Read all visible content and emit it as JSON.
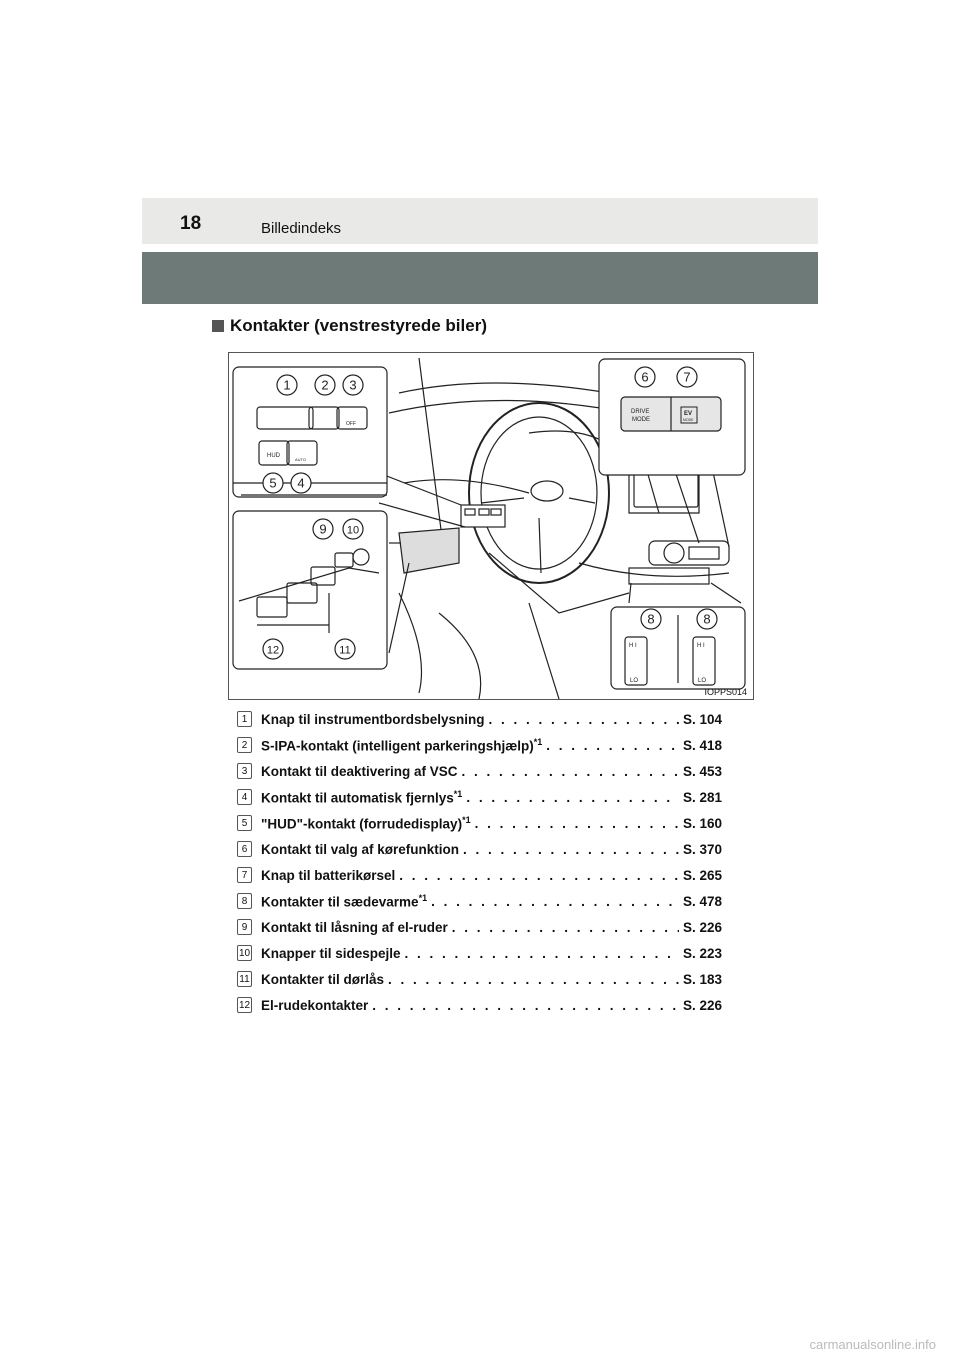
{
  "header": {
    "page_number": "18",
    "section": "Billedindeks"
  },
  "heading": "Kontakter (venstrestyrede biler)",
  "figure": {
    "code": "IOPPS014",
    "callouts": [
      "1",
      "2",
      "3",
      "4",
      "5",
      "6",
      "7",
      "8",
      "8",
      "9",
      "10",
      "11",
      "12"
    ],
    "labels": {
      "hud": "HUD",
      "auto": "AUTO",
      "off": "OFF",
      "drive": "DRIVE",
      "mode": "MODE",
      "ev": "EV",
      "ev_mode": "MODE",
      "hi": "H I",
      "lo": "LO"
    }
  },
  "items": [
    {
      "num": "1",
      "label": "Knap til instrumentbordsbelysning",
      "sup": "",
      "ref": "S. 104"
    },
    {
      "num": "2",
      "label": "S-IPA-kontakt (intelligent parkeringshjælp)",
      "sup": "*1",
      "ref": "S. 418"
    },
    {
      "num": "3",
      "label": "Kontakt til deaktivering af VSC",
      "sup": "",
      "ref": "S. 453"
    },
    {
      "num": "4",
      "label": "Kontakt til automatisk fjernlys",
      "sup": "*1",
      "ref": "S. 281"
    },
    {
      "num": "5",
      "label": "\"HUD\"-kontakt (forrudedisplay)",
      "sup": "*1",
      "ref": "S. 160"
    },
    {
      "num": "6",
      "label": "Kontakt til valg af kørefunktion",
      "sup": "",
      "ref": "S. 370"
    },
    {
      "num": "7",
      "label": "Knap til batterikørsel",
      "sup": "",
      "ref": "S. 265"
    },
    {
      "num": "8",
      "label": "Kontakter til sædevarme",
      "sup": "*1",
      "ref": "S. 478"
    },
    {
      "num": "9",
      "label": "Kontakt til låsning af el-ruder",
      "sup": "",
      "ref": "S. 226"
    },
    {
      "num": "10",
      "label": "Knapper til sidespejle",
      "sup": "",
      "ref": "S. 223"
    },
    {
      "num": "11",
      "label": "Kontakter til dørlås",
      "sup": "",
      "ref": "S. 183"
    },
    {
      "num": "12",
      "label": "El-rudekontakter",
      "sup": "",
      "ref": "S. 226"
    }
  ],
  "footer": "carmanualsonline.info"
}
